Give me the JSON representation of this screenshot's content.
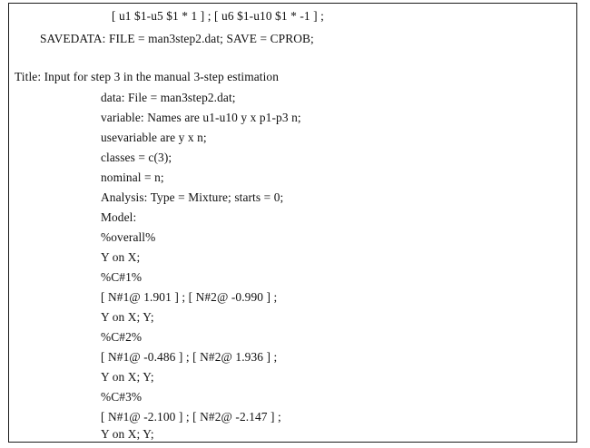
{
  "code_listing": {
    "lines": [
      "[ u1 $1-u5 $1 * 1 ] ; [ u6 $1-u10 $1 * -1 ] ;",
      "SAVEDATA: FILE = man3step2.dat; SAVE = CPROB;",
      "Title: Input for step 3 in the manual 3-step estimation",
      "data: File = man3step2.dat;",
      "variable: Names are u1-u10 y x p1-p3 n;",
      "usevariable are y x n;",
      "classes = c(3);",
      "nominal = n;",
      "Analysis: Type = Mixture; starts = 0;",
      "Model:",
      "%overall%",
      "Y on X;",
      "%C#1%",
      "[ N#1@ 1.901 ] ; [ N#2@ -0.990 ] ;",
      "Y on X; Y;",
      "%C#2%",
      "[ N#1@ -0.486 ] ; [ N#2@ 1.936 ] ;",
      "Y on X; Y;",
      "%C#3%",
      "[ N#1@ -2.100 ] ; [ N#2@ -2.147 ] ;",
      "Y on X; Y;"
    ]
  }
}
